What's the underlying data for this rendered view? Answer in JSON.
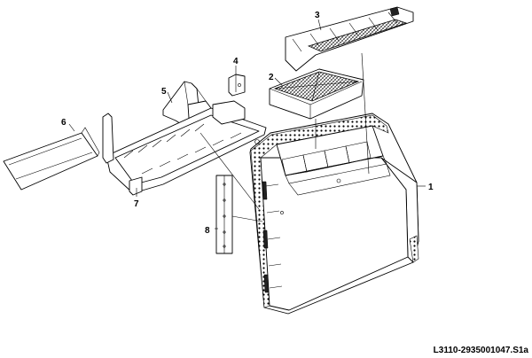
{
  "callouts": {
    "c1": "1",
    "c2": "2",
    "c3": "3",
    "c4": "4",
    "c5": "5",
    "c6": "6",
    "c7": "7",
    "c8": "8"
  },
  "figure_code": "L3110-2935001047.S1a"
}
